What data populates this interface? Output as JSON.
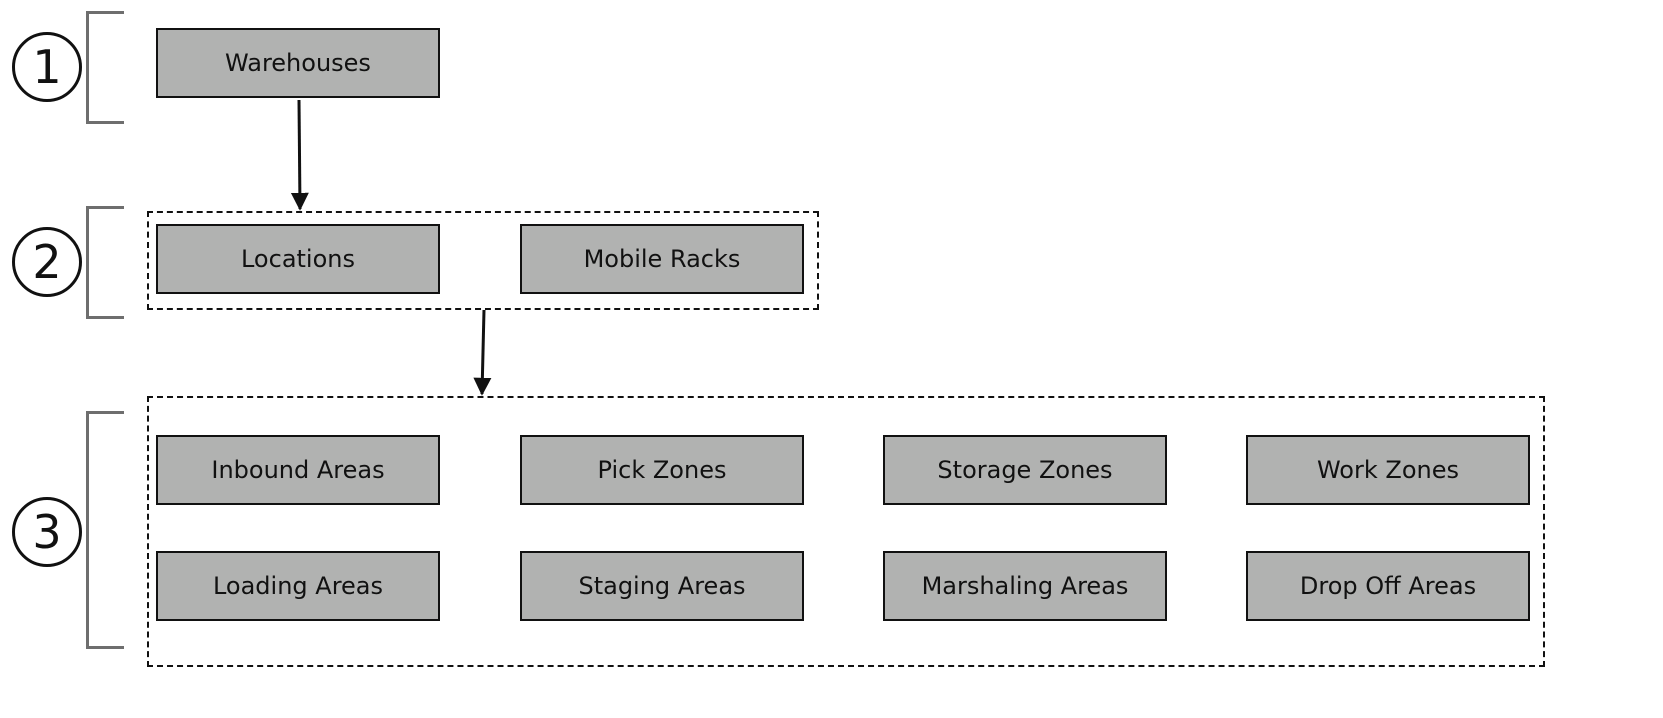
{
  "levels": [
    {
      "number": "1",
      "nodes": [
        "Warehouses"
      ]
    },
    {
      "number": "2",
      "nodes": [
        "Locations",
        "Mobile Racks"
      ]
    },
    {
      "number": "3",
      "nodes": [
        "Inbound Areas",
        "Pick Zones",
        "Storage Zones",
        "Work Zones",
        "Loading Areas",
        "Staging Areas",
        "Marshaling Areas",
        "Drop Off Areas"
      ]
    }
  ],
  "colors": {
    "box_fill": "#b1b2b1",
    "box_border": "#111111",
    "bracket": "#6e6e6e",
    "arrow": "#111111"
  },
  "icons": [
    "arrow-down-icon"
  ]
}
